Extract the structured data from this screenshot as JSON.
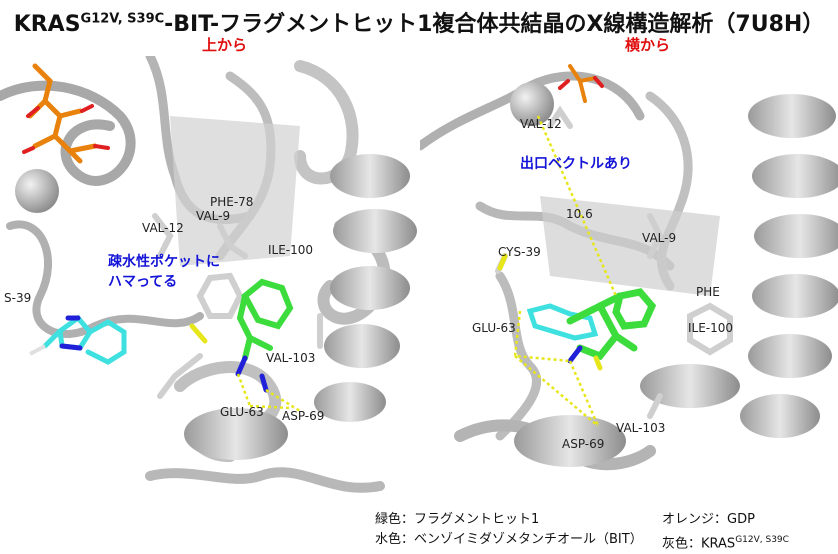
{
  "title": {
    "prefix": "KRAS",
    "superscript": "G12V, S39C",
    "suffix": "-BIT-フラグメントヒット1複合体共結晶のX線構造解析（7U8H）"
  },
  "views": {
    "left_label": "上から",
    "right_label": "横から"
  },
  "left_panel": {
    "residues": [
      "VAL-12",
      "VAL-9",
      "PHE-78",
      "ILE-100",
      "S-39",
      "VAL-103",
      "GLU-63",
      "ASP-69"
    ],
    "annotation_line1": "疎水性ポケットに",
    "annotation_line2": "ハマってる"
  },
  "right_panel": {
    "residues": [
      "VAL-12",
      "VAL-9",
      "CYS-39",
      "GLU-63",
      "ILE-100",
      "ASP-69",
      "VAL-103",
      "PHE"
    ],
    "annotation": "出口ベクトルあり",
    "distance": "10.6"
  },
  "legend": {
    "green": "緑色：フラグメントヒット1",
    "cyan": "水色：ベンゾイミダゾメタンチオール（BIT）",
    "orange": "オレンジ：GDP",
    "gray_prefix": "灰色：KRAS",
    "gray_superscript": "G12V, S39C"
  },
  "colors": {
    "fragment": "#3ddc3d",
    "bit": "#3ee0e0",
    "gdp": "#e8820c",
    "protein": "#c8c8c8",
    "hbond": "#e6e61a",
    "annotation": "#1414d8",
    "view_label": "#e01010"
  }
}
